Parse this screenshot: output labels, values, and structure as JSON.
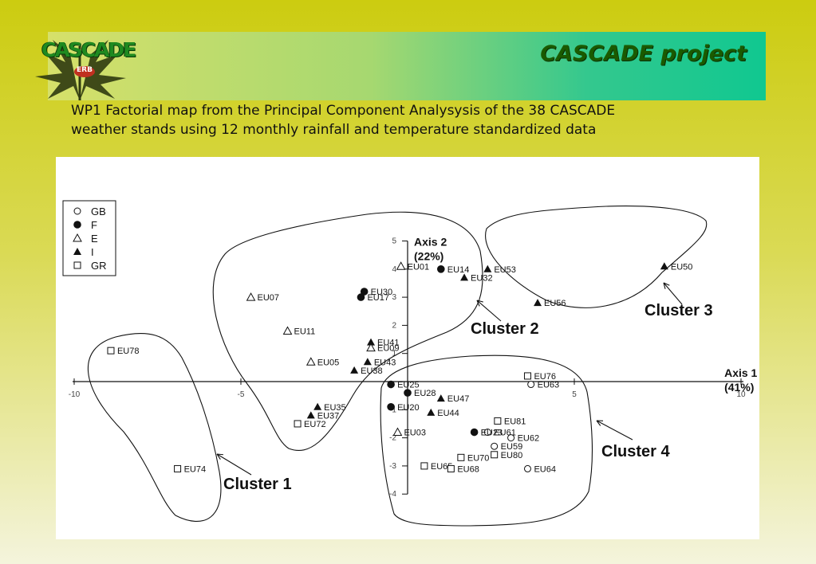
{
  "header": {
    "title": "CASCADE project",
    "logo_text": "CASCADE",
    "logo_subtext": "ERB"
  },
  "caption": {
    "line1": "WP1 Factorial map from the Principal Component Analysysis of the 38 CASCADE",
    "line2": "weather stands using 12 monthly rainfall and temperature standardized data"
  },
  "colors": {
    "title": "#1a5a00",
    "logo_green": "#1f8a20"
  },
  "chart_data": {
    "type": "scatter",
    "xlabel": "Axis 1",
    "xlabel_pct": "(41%)",
    "ylabel": "Axis 2",
    "ylabel_pct": "(22%)",
    "xlim": [
      -10,
      10
    ],
    "ylim": [
      -4,
      5
    ],
    "x_ticks": [
      -10,
      -5,
      5,
      10
    ],
    "y_ticks": [
      5,
      4,
      3,
      2,
      1,
      -1,
      -2,
      -3,
      -4
    ],
    "legend": [
      {
        "label": "GB",
        "marker": "circle-open"
      },
      {
        "label": "F",
        "marker": "circle-filled"
      },
      {
        "label": "E",
        "marker": "triangle-open"
      },
      {
        "label": "I",
        "marker": "triangle-filled"
      },
      {
        "label": "GR",
        "marker": "square-open"
      }
    ],
    "points": [
      {
        "label": "EU01",
        "group": "E",
        "x": -0.2,
        "y": 4.1
      },
      {
        "label": "EU14",
        "group": "F",
        "x": 1.0,
        "y": 4.0
      },
      {
        "label": "EU32",
        "group": "I",
        "x": 1.7,
        "y": 3.7
      },
      {
        "label": "EU53",
        "group": "I",
        "x": 2.4,
        "y": 4.0
      },
      {
        "label": "EU50",
        "group": "I",
        "x": 7.7,
        "y": 4.1
      },
      {
        "label": "EU56",
        "group": "I",
        "x": 3.9,
        "y": 2.8
      },
      {
        "label": "EU07",
        "group": "E",
        "x": -4.7,
        "y": 3.0
      },
      {
        "label": "EU30",
        "group": "F",
        "x": -1.3,
        "y": 3.2
      },
      {
        "label": "EU17",
        "group": "F",
        "x": -1.4,
        "y": 3.0
      },
      {
        "label": "EU11",
        "group": "E",
        "x": -3.6,
        "y": 1.8
      },
      {
        "label": "EU41",
        "group": "I",
        "x": -1.1,
        "y": 1.4
      },
      {
        "label": "EU09",
        "group": "E",
        "x": -1.1,
        "y": 1.2
      },
      {
        "label": "EU05",
        "group": "E",
        "x": -2.9,
        "y": 0.7
      },
      {
        "label": "EU43",
        "group": "I",
        "x": -1.2,
        "y": 0.7
      },
      {
        "label": "EU38",
        "group": "I",
        "x": -1.6,
        "y": 0.4
      },
      {
        "label": "EU78",
        "group": "GR",
        "x": -8.9,
        "y": 1.1
      },
      {
        "label": "EU25",
        "group": "F",
        "x": -0.5,
        "y": -0.1
      },
      {
        "label": "EU28",
        "group": "F",
        "x": 0.0,
        "y": -0.4
      },
      {
        "label": "EU47",
        "group": "I",
        "x": 1.0,
        "y": -0.6
      },
      {
        "label": "EU44",
        "group": "I",
        "x": 0.7,
        "y": -1.1
      },
      {
        "label": "EU20",
        "group": "F",
        "x": -0.5,
        "y": -0.9
      },
      {
        "label": "EU35",
        "group": "I",
        "x": -2.7,
        "y": -0.9
      },
      {
        "label": "EU37",
        "group": "I",
        "x": -2.9,
        "y": -1.2
      },
      {
        "label": "EU72",
        "group": "GR",
        "x": -3.3,
        "y": -1.5
      },
      {
        "label": "EU76",
        "group": "GR",
        "x": 3.6,
        "y": 0.2
      },
      {
        "label": "EU63",
        "group": "GB",
        "x": 3.7,
        "y": -0.1
      },
      {
        "label": "EU81",
        "group": "GR",
        "x": 2.7,
        "y": -1.4
      },
      {
        "label": "EU61",
        "group": "GB",
        "x": 2.4,
        "y": -1.8
      },
      {
        "label": "EU23",
        "group": "F",
        "x": 2.0,
        "y": -1.8
      },
      {
        "label": "EU62",
        "group": "GB",
        "x": 3.1,
        "y": -2.0
      },
      {
        "label": "EU03",
        "group": "E",
        "x": -0.3,
        "y": -1.8
      },
      {
        "label": "EU59",
        "group": "GB",
        "x": 2.6,
        "y": -2.3
      },
      {
        "label": "EU80",
        "group": "GR",
        "x": 2.6,
        "y": -2.6
      },
      {
        "label": "EU70",
        "group": "GR",
        "x": 1.6,
        "y": -2.7
      },
      {
        "label": "EU65",
        "group": "GR",
        "x": 0.5,
        "y": -3.0
      },
      {
        "label": "EU68",
        "group": "GR",
        "x": 1.3,
        "y": -3.1
      },
      {
        "label": "EU64",
        "group": "GB",
        "x": 3.6,
        "y": -3.1
      },
      {
        "label": "EU74",
        "group": "GR",
        "x": -6.9,
        "y": -3.1
      }
    ],
    "clusters": [
      {
        "label": "Cluster 1"
      },
      {
        "label": "Cluster 2"
      },
      {
        "label": "Cluster 3"
      },
      {
        "label": "Cluster 4"
      }
    ]
  }
}
